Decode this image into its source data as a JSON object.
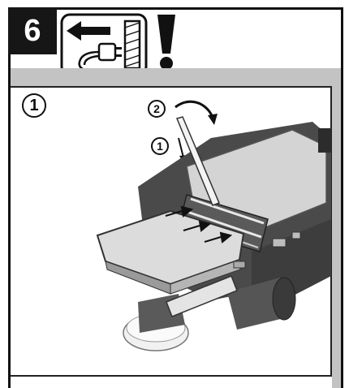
{
  "step": {
    "number": "6"
  },
  "icons": {
    "unplug": "unplug-icon",
    "warning": "warning-icon"
  },
  "figure": {
    "label": "1",
    "callouts": [
      "2",
      "1"
    ]
  },
  "colors": {
    "frame": "#111111",
    "band": "#c3c3c3",
    "tool_dark": "#4a4a4a"
  }
}
